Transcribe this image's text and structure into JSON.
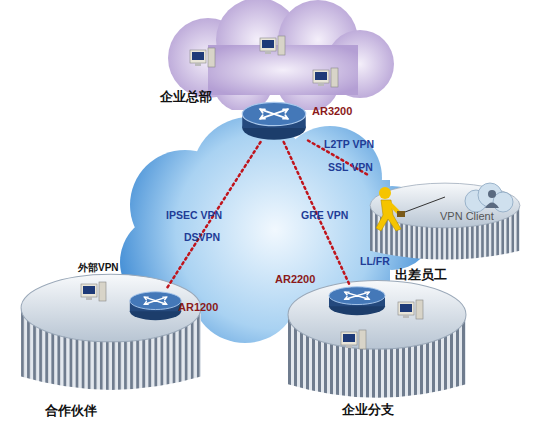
{
  "diagram": {
    "nodes": [
      {
        "text": [
          "企业总部"
        ]
      },
      {
        "text": [
          "AR3200"
        ]
      },
      {
        "text": [
          "出差员工"
        ]
      },
      {
        "text": [
          "VPN Client"
        ],
        "in": 2
      },
      {
        "text": [
          "合作伙伴"
        ]
      },
      {
        "text": [
          "AR1200"
        ],
        "in": 4
      },
      {
        "text": [
          "企业分支"
        ]
      },
      {
        "text": [
          "AR2200"
        ],
        "in": 6
      }
    ],
    "edges": [
      {
        "from": 1,
        "to": 5,
        "arrow": "none",
        "label": "IPSEC VPN"
      },
      {
        "from": 1,
        "to": 7,
        "arrow": "none",
        "label": "GRE VPN"
      },
      {
        "from": 1,
        "to": 2,
        "arrow": "none",
        "label": "SSL VPN"
      }
    ],
    "labels": [
      "外部VPN",
      "L2TP VPN",
      "DSVPN",
      "LL/FR"
    ]
  }
}
